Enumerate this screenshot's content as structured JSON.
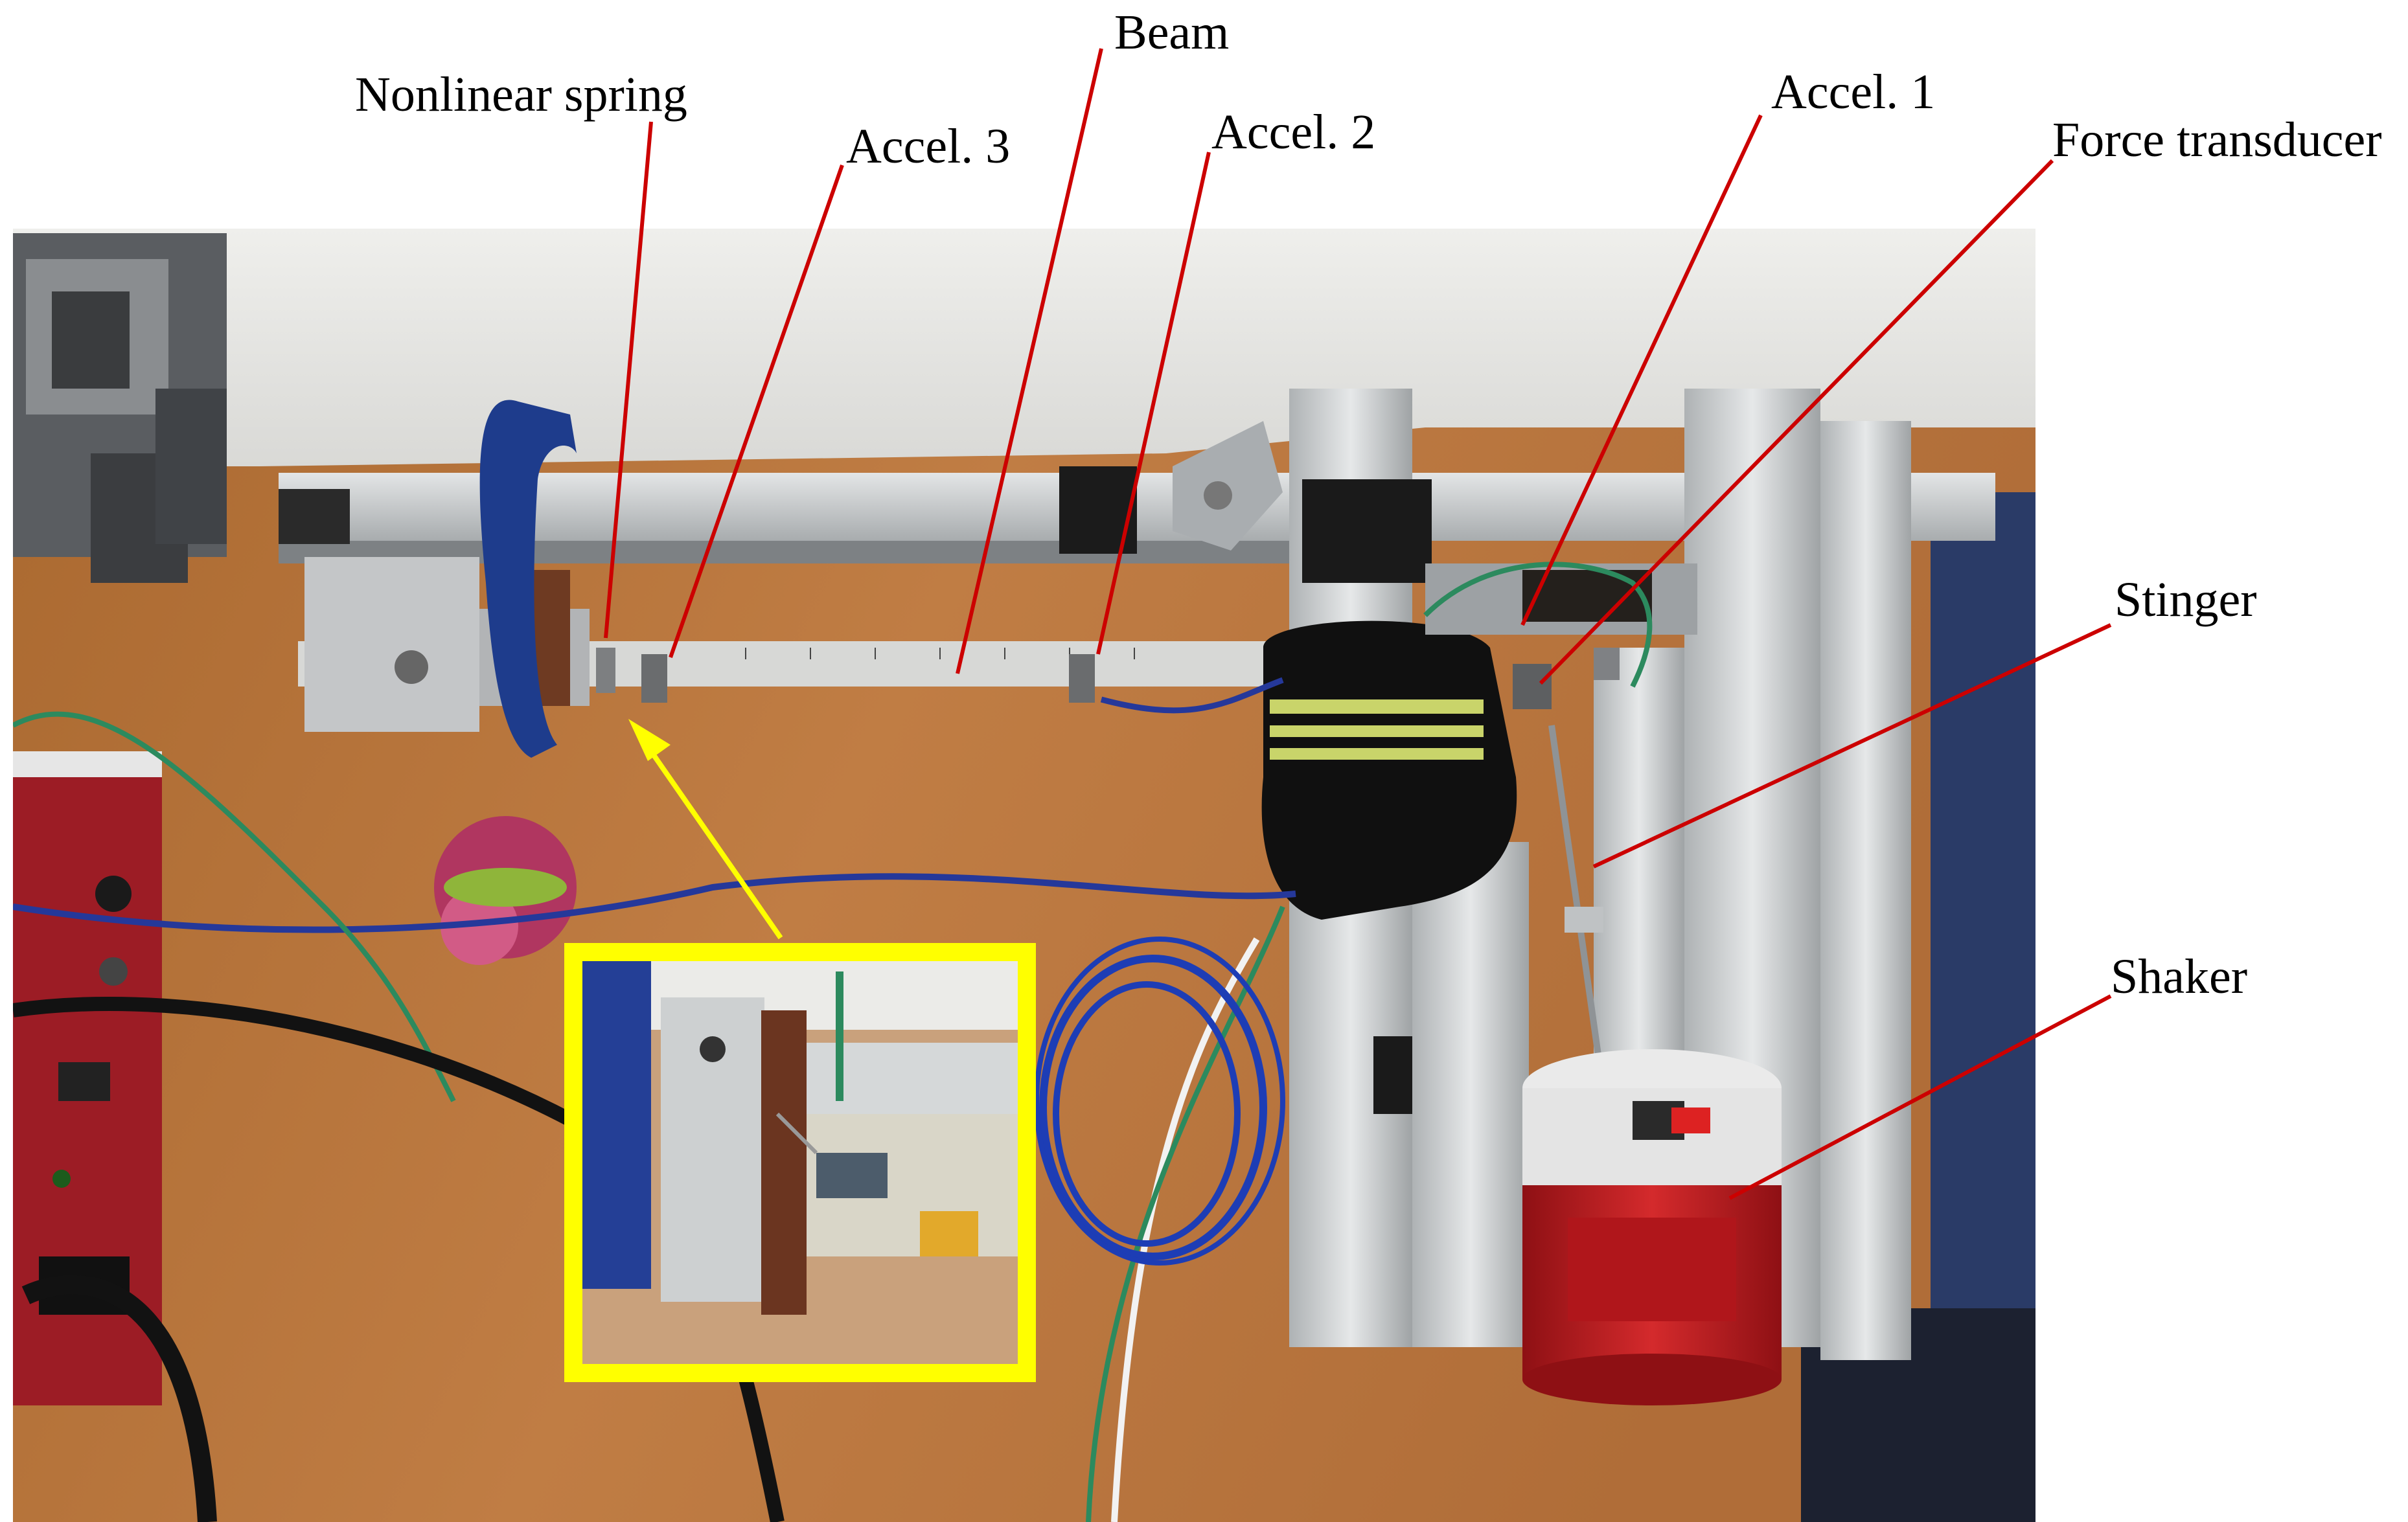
{
  "labels": {
    "nonlinear_spring": "Nonlinear spring",
    "beam": "Beam",
    "accel3": "Accel. 3",
    "accel2": "Accel. 2",
    "accel1": "Accel. 1",
    "force_transducer": "Force transducer",
    "stinger": "Stinger",
    "shaker": "Shaker"
  },
  "colors": {
    "leader_line": "#cc0000",
    "inset_frame": "#ffff00",
    "inset_arrow": "#ffff00",
    "table_wood": "#b8753f",
    "wall": "#e8e8e6",
    "aluminium": "#c9ccce",
    "shaker_body": "#c41a1e",
    "clamp_blue": "#1e3c8c"
  }
}
